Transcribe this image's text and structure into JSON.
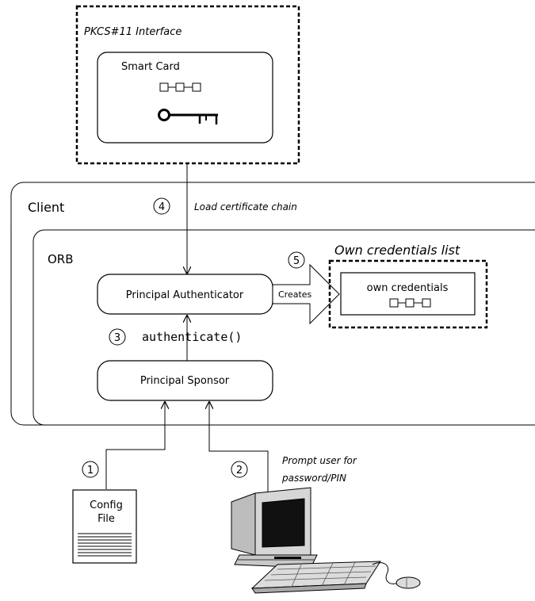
{
  "pkcs": {
    "title": "PKCS#11 Interface",
    "card_label": "Smart Card"
  },
  "client": {
    "label": "Client"
  },
  "orb": {
    "label": "ORB"
  },
  "principal_authenticator": {
    "label": "Principal Authenticator"
  },
  "principal_sponsor": {
    "label": "Principal Sponsor"
  },
  "own_credentials_list": {
    "title": "Own credentials list",
    "inner_label": "own credentials"
  },
  "creates_label": "Creates",
  "config_file": {
    "line1": "Config",
    "line2": "File"
  },
  "steps": [
    {
      "num": "1"
    },
    {
      "num": "2",
      "text_line1": "Prompt user for",
      "text_line2": "password/PIN"
    },
    {
      "num": "3",
      "text": "authenticate()"
    },
    {
      "num": "4",
      "text": "Load certificate chain"
    },
    {
      "num": "5"
    }
  ]
}
